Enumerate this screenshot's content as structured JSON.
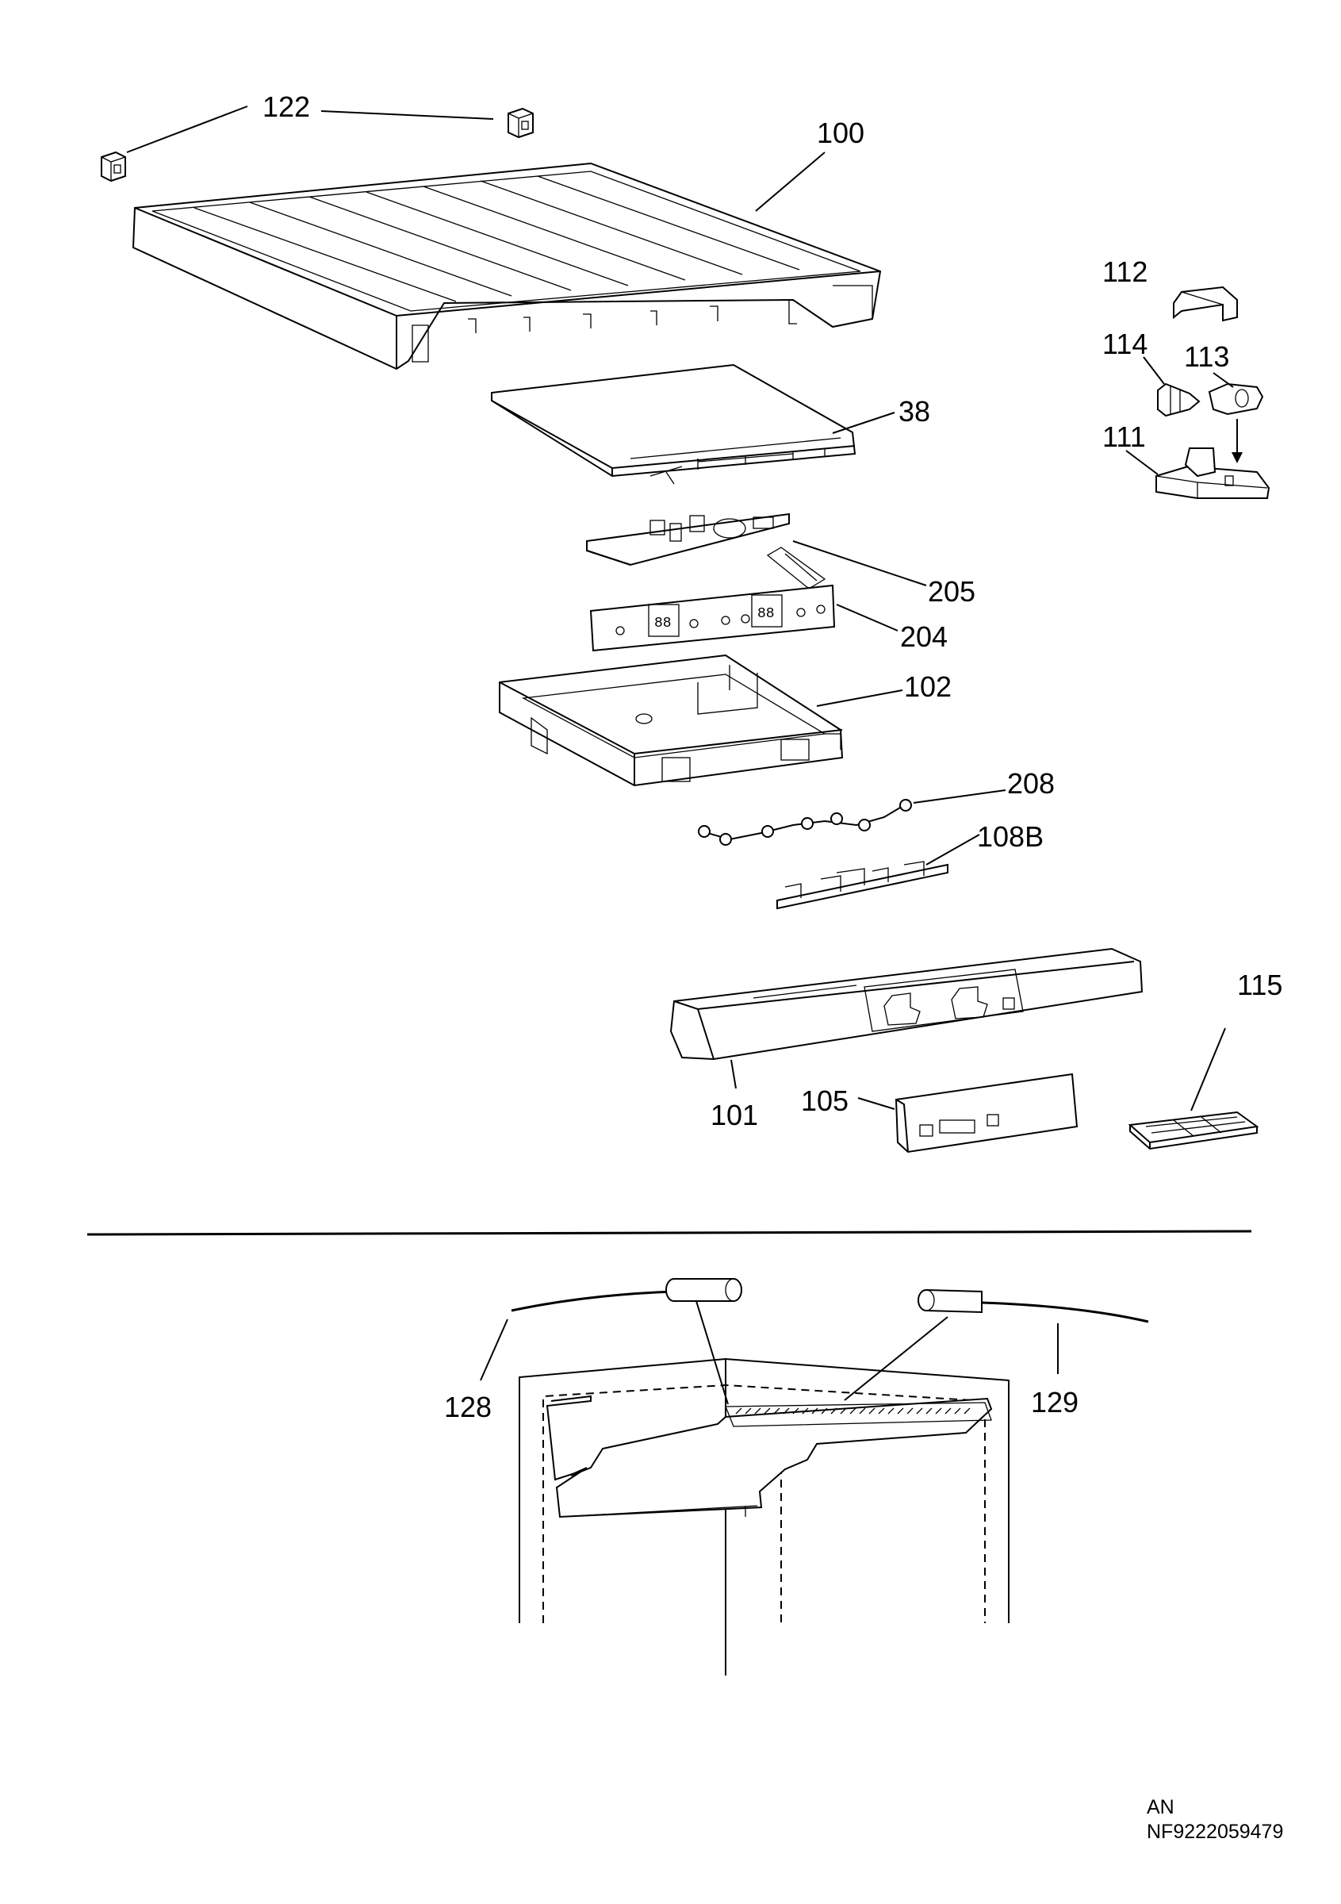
{
  "callouts": {
    "c122": "122",
    "c100": "100",
    "c112": "112",
    "c114": "114",
    "c113": "113",
    "c111": "111",
    "c38": "38",
    "c205": "205",
    "c204": "204",
    "c102": "102",
    "c208": "208",
    "c108b": "108B",
    "c115": "115",
    "c101": "101",
    "c105": "105",
    "c128": "128",
    "c129": "129"
  },
  "footer": {
    "lang": "AN",
    "code": "NF9222059479"
  }
}
